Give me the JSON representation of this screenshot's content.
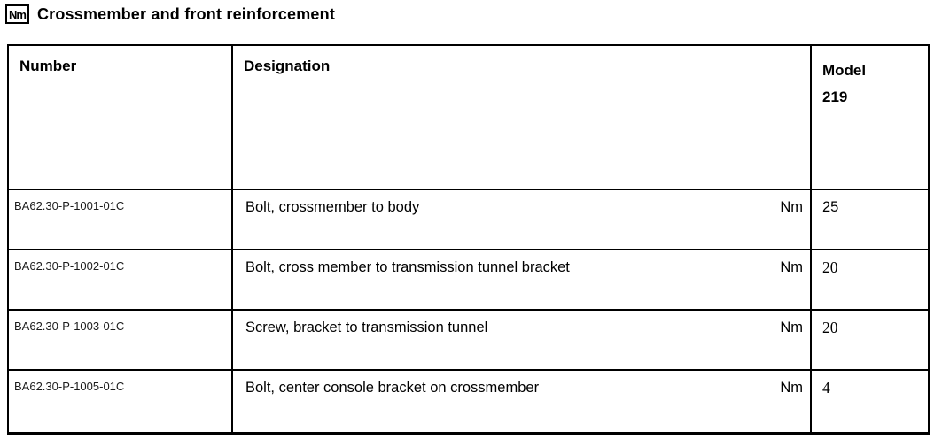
{
  "header": {
    "icon_label": "Nm",
    "title": "Crossmember and front reinforcement"
  },
  "table": {
    "columns": {
      "number": "Number",
      "designation": "Designation",
      "model_line1": "Model",
      "model_line2": "219"
    },
    "rows": [
      {
        "number": "BA62.30-P-1001-01C",
        "designation": "Bolt, crossmember to body",
        "unit": "Nm",
        "value": "25"
      },
      {
        "number": "BA62.30-P-1002-01C",
        "designation": "Bolt, cross member to transmission tunnel bracket",
        "unit": "Nm",
        "value": "20"
      },
      {
        "number": "BA62.30-P-1003-01C",
        "designation": "Screw, bracket to transmission tunnel",
        "unit": "Nm",
        "value": "20"
      },
      {
        "number": "BA62.30-P-1005-01C",
        "designation": "Bolt, center console bracket on crossmember",
        "unit": "Nm",
        "value": "4"
      }
    ]
  }
}
